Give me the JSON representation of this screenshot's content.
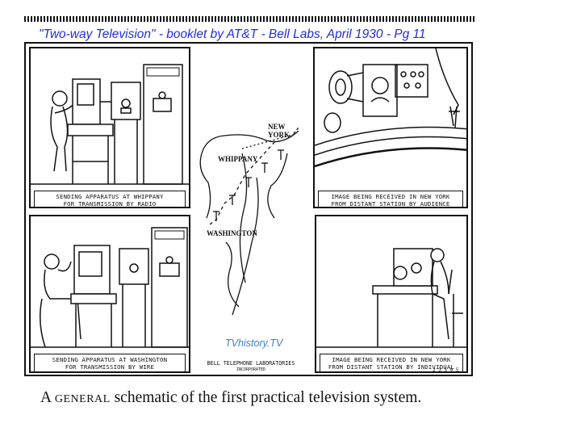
{
  "header": {
    "title": "\"Two-way Television\" - booklet by AT&T - Bell Labs, April 1930 - Pg 11"
  },
  "panels": {
    "top_left": {
      "caption": "SENDING APPARATUS AT WHIPPANY\nFOR TRANSMISSION BY RADIO"
    },
    "top_right": {
      "caption": "IMAGE BEING RECEIVED IN NEW YORK\nFROM DISTANT STATION BY AUDIENCE"
    },
    "bottom_left": {
      "caption": "SENDING APPARATUS AT WASHINGTON\nFOR TRANSMISSION BY WIRE"
    },
    "bottom_right": {
      "caption": "IMAGE BEING RECEIVED IN NEW YORK\nFROM DISTANT STATION BY INDIVIDUAL"
    }
  },
  "map": {
    "new_york": "NEW\nYORK",
    "whippany": "WHIPPANY",
    "washington": "WASHINGTON"
  },
  "watermark": "TVhistory.TV",
  "company": {
    "name": "BELL TELEPHONE LABORATORIES",
    "sub": "INCORPORATED"
  },
  "serial": "2 3 5 0 5",
  "caption": {
    "lead": "A ",
    "smallcaps": "general",
    "rest": " schematic of the first practical television system."
  }
}
